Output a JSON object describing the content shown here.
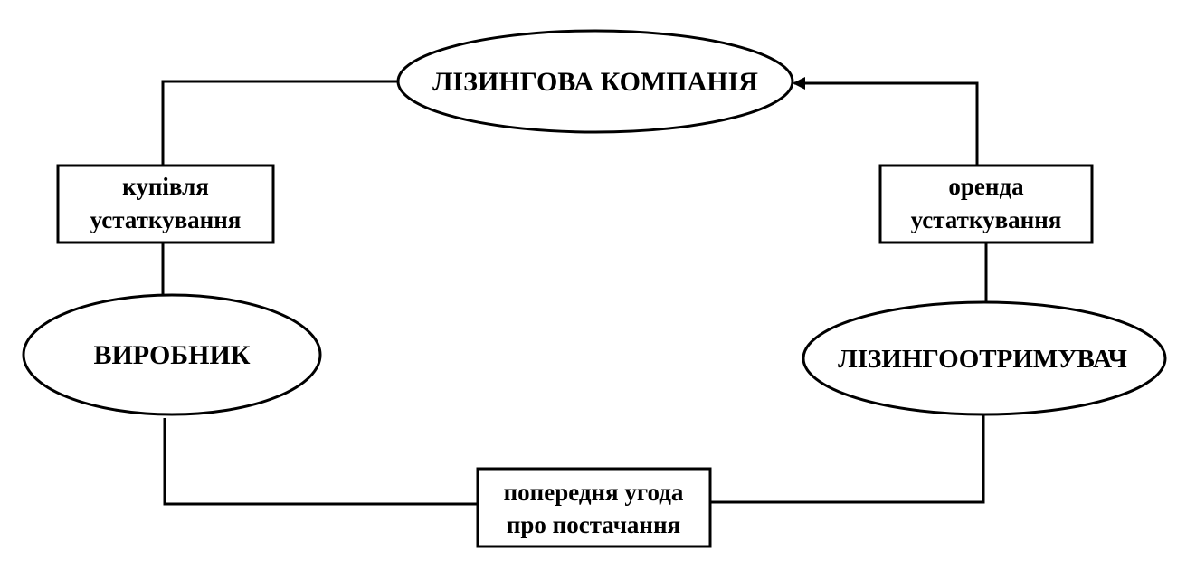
{
  "nodes": {
    "leasing_company": "ЛІЗИНГОВА КОМПАНІЯ",
    "manufacturer": "ВИРОБНИК",
    "lessee": "ЛІЗИНГООТРИМУВАЧ"
  },
  "edges": {
    "purchase": {
      "line1": "купівля",
      "line2": "устаткування"
    },
    "lease": {
      "line1": "оренда",
      "line2": "устаткування"
    },
    "agreement": {
      "line1": "попередня угода",
      "line2": "про постачання"
    }
  },
  "colors": {
    "stroke": "#000000",
    "background": "#ffffff"
  }
}
